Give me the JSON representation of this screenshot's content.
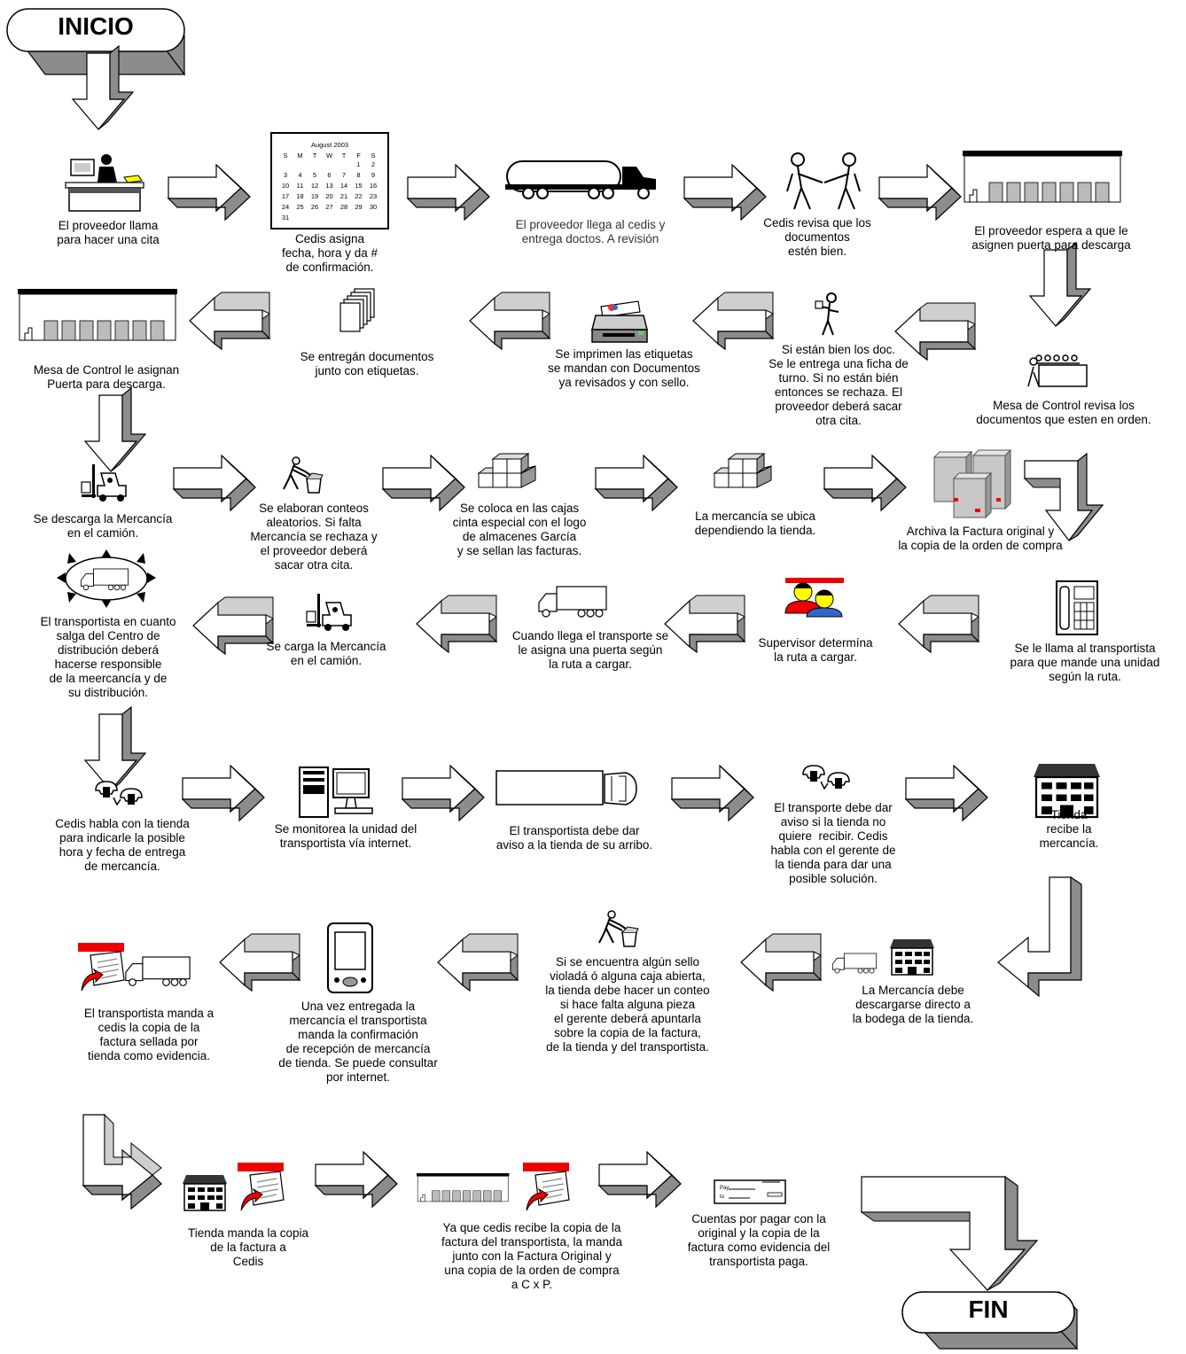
{
  "terminals": {
    "start": "INICIO",
    "end": "FIN"
  },
  "calendar": {
    "month": "August 2003",
    "days": [
      "S",
      "M",
      "T",
      "W",
      "T",
      "F",
      "S"
    ],
    "dates": [
      "1",
      "2",
      "3",
      "4",
      "5",
      "6",
      "7",
      "8",
      "9",
      "10",
      "11",
      "12",
      "13",
      "14",
      "15",
      "16",
      "17",
      "18",
      "19",
      "20",
      "21",
      "22",
      "23",
      "24",
      "25",
      "26",
      "27",
      "28",
      "29",
      "30",
      "31"
    ]
  },
  "check": {
    "pay": "Pay",
    "to": "to"
  },
  "steps": [
    "El proveedor llama\npara hacer una cita",
    "Cedis asigna\nfecha, hora y da #\nde confirmación.",
    "El proveedor llega al cedis y\nentrega doctos. A revisión",
    "Cedis revisa que los\ndocumentos\nestén bien.",
    "El proveedor espera a que le\nasignen puerta para descarga",
    "Mesa de Control revisa los\ndocumentos que esten en orden.",
    "Si están bien los doc.\nSe le entrega una ficha de\nturno. Si no están bién\nentonces se rechaza. El\nproveedor deberá sacar\notra cita.",
    "Se imprimen las etiquetas\nse mandan con Documentos\nya revisados y con sello.",
    "Se entregán documentos\njunto con etiquetas.",
    "Mesa de Control le asignan\nPuerta para descarga.",
    "Se descarga la Mercancía\nen el camión.",
    "Se elaboran conteos\naleatorios. Si falta\nMercancía se rechaza y\nel proveedor deberá\nsacar otra cita.",
    "Se coloca en las cajas\ncinta especial con el logo\nde almacenes García\ny se sellan las facturas.",
    "La mercancía se ubica\ndependiendo la tienda.",
    "Archiva la Factura original y\nla copia de la orden de compra",
    "Se le llama al transportista\npara que mande una unidad\nsegún la ruta.",
    "Supervisor determína\nla ruta a cargar.",
    "Cuando llega el transporte se\nle asigna una puerta según\nla ruta a cargar.",
    "Se carga la Mercancía\nen el camión.",
    "El transportista en cuanto\nsalga del Centro de\ndistribución deberá\nhacerse responsible\nde la meercancía y de\nsu distribución.",
    "Cedis habla con la tienda\npara indicarle la posible\nhora y fecha de entrega\nde mercancía.",
    "Se monitorea la unidad del\ntransportista vía internet.",
    "El transportista debe dar\naviso a la tienda de su arribo.",
    "El transporte debe dar\naviso si la tienda no\nquiere  recibir. Cedis\nhabla con el gerente de\nla tienda para dar una\nposible solución.",
    "Tienda\nrecibe la\nmercancía.",
    "La Mercancía debe\ndescargarse directo a\nla bodega de la tienda.",
    "Si se encuentra algún sello\nvioladá ó alguna caja abierta,\nla tienda debe hacer un conteo\nsi hace falta alguna pieza\nel gerente deberá apuntarla\nsobre la copia de la factura,\nde la tienda y del transportista.",
    "Una vez entregada la\nmercancía el transportista\nmanda la confirmación\nde recepción de mercancía\nde tienda. Se puede consultar\npor internet.",
    "El transportista manda a\ncedis la copia de la\nfactura sellada por\ntienda como evidencia.",
    "Tienda manda la copia\nde la factura a\nCedis",
    "Ya que cedis recibe la copia de la\nfactura del transportista, la manda\njunto con la Factura Original y\nuna copia de la orden de compra\na C x P.",
    "Cuentas por pagar con la\noriginal y la copia de la\nfactura como evidencia del\ntransportista paga."
  ]
}
